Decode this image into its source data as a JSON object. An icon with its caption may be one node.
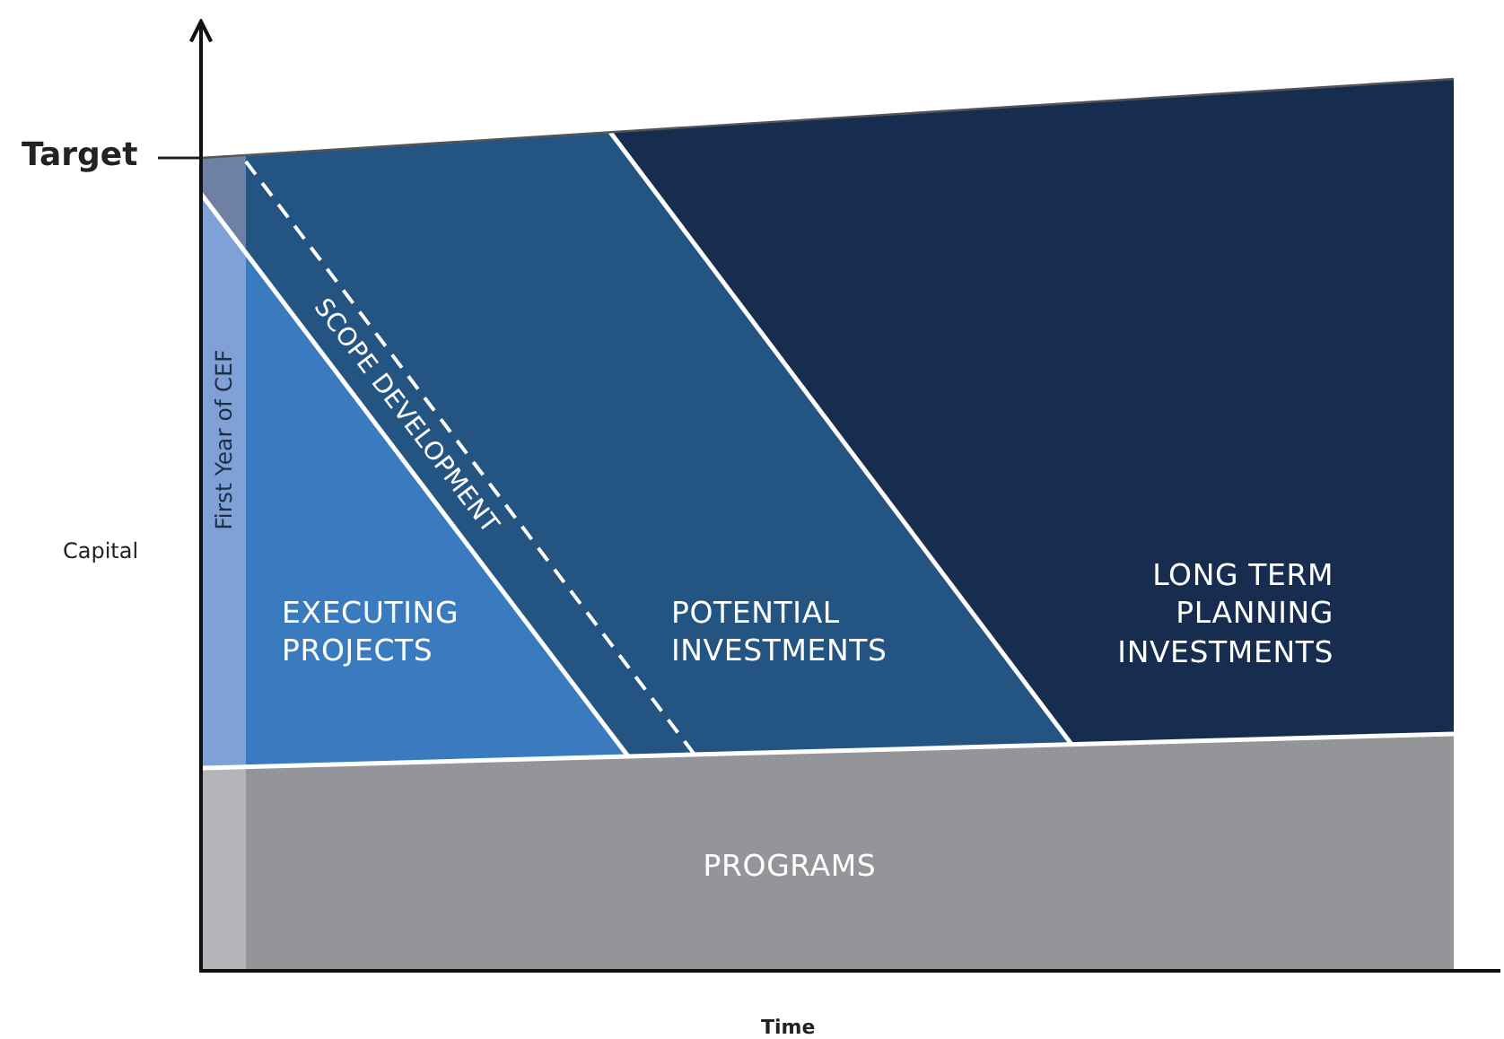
{
  "diagram": {
    "nodes": [
      {
        "text": [
          "First Year of CEF"
        ]
      },
      {
        "text": [
          "EXECUTING PROJECTS"
        ]
      },
      {
        "text": [
          "SCOPE DEVELOPMENT"
        ]
      },
      {
        "text": [
          "POTENTIAL INVESTMENTS"
        ]
      },
      {
        "text": [
          "LONG TERM PLANNING INVESTMENTS"
        ]
      },
      {
        "text": [
          "PROGRAMS"
        ]
      }
    ],
    "labels": [
      "Target",
      "Capital",
      "Time"
    ]
  }
}
